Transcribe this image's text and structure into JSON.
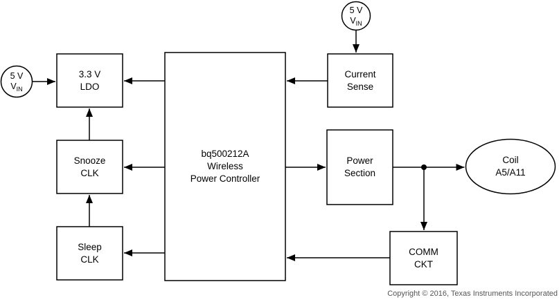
{
  "diagram": {
    "sources": {
      "vin_left": {
        "line1": "5 V",
        "symbol": "V",
        "subscript": "IN"
      },
      "vin_top": {
        "line1": "5 V",
        "symbol": "V",
        "subscript": "IN"
      }
    },
    "blocks": {
      "ldo": {
        "line1": "3.3 V",
        "line2": "LDO"
      },
      "snooze_clk": {
        "line1": "Snooze",
        "line2": "CLK"
      },
      "sleep_clk": {
        "line1": "Sleep",
        "line2": "CLK"
      },
      "controller": {
        "line1": "bq500212A",
        "line2": "Wireless",
        "line3": "Power Controller"
      },
      "current_sense": {
        "line1": "Current",
        "line2": "Sense"
      },
      "power_section": {
        "line1": "Power",
        "line2": "Section"
      },
      "comm_ckt": {
        "line1": "COMM",
        "line2": "CKT"
      }
    },
    "coil": {
      "line1": "Coil",
      "line2": "A5/A11"
    },
    "footer": {
      "copyright": "Copyright © 2016, Texas Instruments Incorporated"
    },
    "colors": {
      "line": "#000000",
      "background": "#ffffff",
      "text": "#000000",
      "copyright_text": "#555555"
    }
  }
}
